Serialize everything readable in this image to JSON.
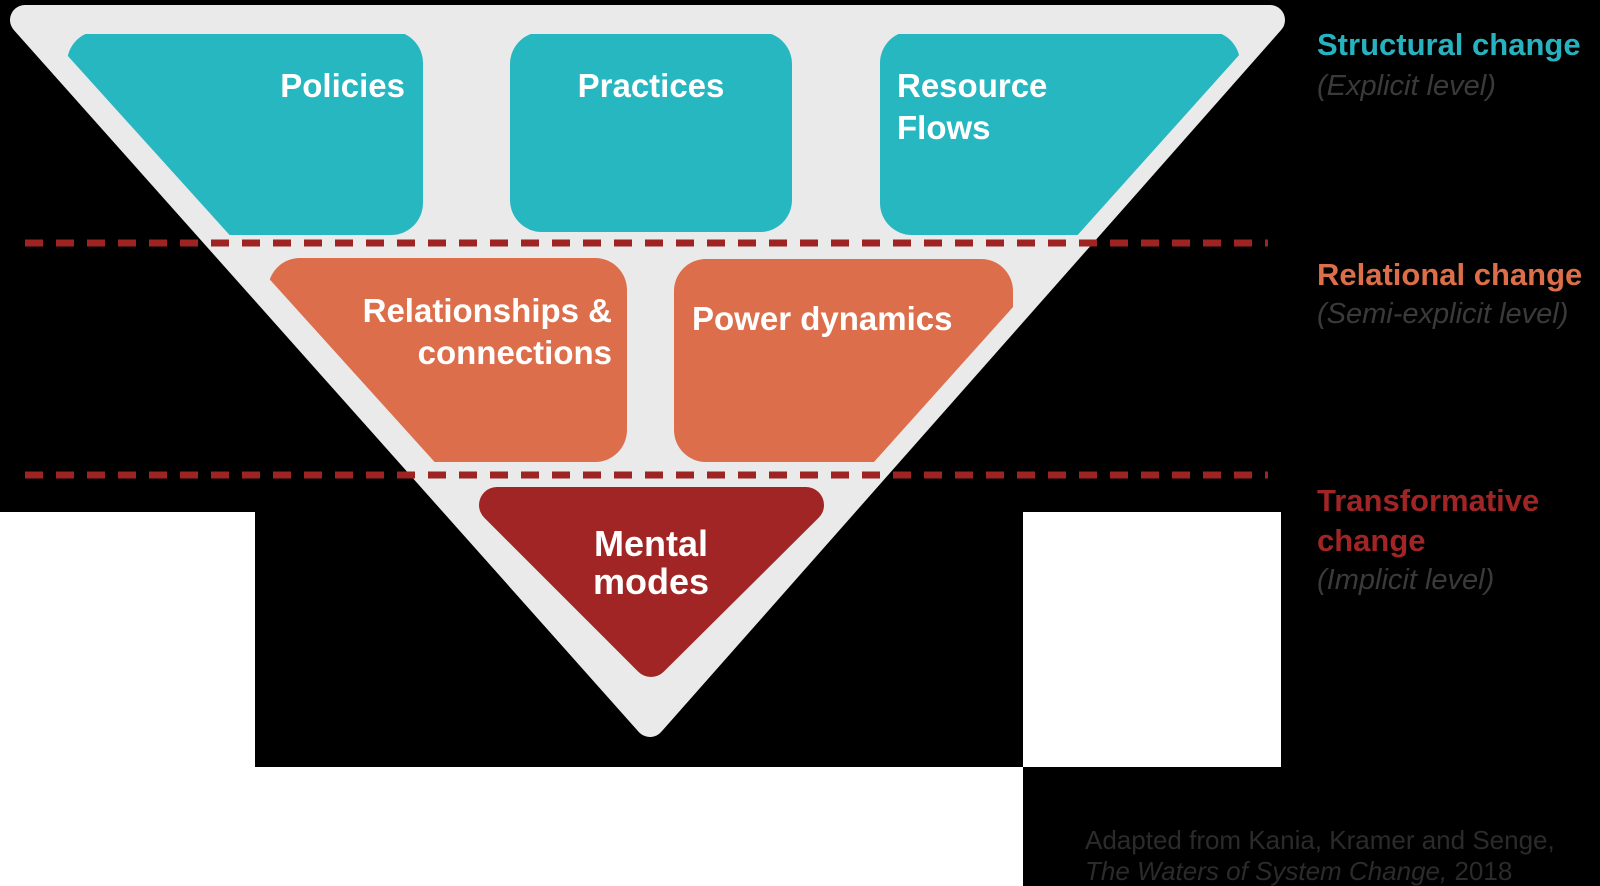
{
  "colors": {
    "background": "#000000",
    "backdrop_white": "#ffffff",
    "triangle_gray": "#ebeaea",
    "teal": "#27b7c1",
    "orange": "#dc6e4b",
    "dark_red": "#a12525",
    "dash_red": "#9e2323",
    "box_text_white": "#ffffff",
    "structural_label_teal": "#27b2c0",
    "relational_label_orange": "#dd6e4a",
    "transformative_label_red": "#a12525",
    "subtitle_gray": "#3a3a3a",
    "attribution_gray": "#2b2b2b"
  },
  "diagram": {
    "boxes": {
      "policies": {
        "label": "Policies"
      },
      "practices": {
        "label": "Practices"
      },
      "resource_flows": {
        "line1": "Resource",
        "line2": "Flows"
      },
      "relationships": {
        "line1": "Relationships &",
        "line2": "connections"
      },
      "power_dynamics": {
        "label": "Power dynamics"
      },
      "mental_modes": {
        "line1": "Mental",
        "line2": "modes"
      }
    },
    "levels": {
      "structural": {
        "title": "Structural change",
        "subtitle": "(Explicit level)"
      },
      "relational": {
        "title": "Relational change",
        "subtitle": "(Semi-explicit level)"
      },
      "transformative": {
        "title_line1": "Transformative",
        "title_line2": "change",
        "subtitle": "(Implicit level)"
      }
    },
    "attribution": {
      "line1": "Adapted from Kania, Kramer and Senge,",
      "line2_italic": "The Waters of System Change,",
      "line2_regular": " 2018"
    }
  }
}
